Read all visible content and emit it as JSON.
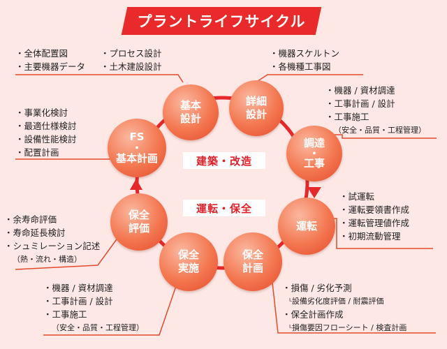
{
  "title": "プラントライフサイクル",
  "center": {
    "top_band": "建築・改造",
    "bottom_band": "運転・保全"
  },
  "stages": {
    "kihon": [
      "基本",
      "設計"
    ],
    "shousai": [
      "詳細",
      "設計"
    ],
    "choutatsu": [
      "調達",
      "・",
      "工事"
    ],
    "unten": [
      "運転"
    ],
    "hozen_keikaku": [
      "保全",
      "計画"
    ],
    "hozen_jisshi": [
      "保全",
      "実施"
    ],
    "hozen_hyouka": [
      "保全",
      "評価"
    ],
    "fs": [
      "FS",
      "・",
      "基本計画"
    ]
  },
  "notes": {
    "kihon": {
      "col1": [
        "・全体配置図",
        "・主要機器データ"
      ],
      "col2": [
        "・プロセス設計",
        "・土木建設設計"
      ]
    },
    "shousai": [
      "・機器スケルトン",
      "・各機種工事図"
    ],
    "choutatsu": [
      "・機器 / 資材調達",
      "・工事計画 / 設計",
      "・工事施工"
    ],
    "choutatsu_sub": "（安全・品質・工程管理）",
    "unten": [
      "・試運転",
      "・運転要領書作成",
      "・運転管理値作成",
      "・初期流動管理"
    ],
    "fs": [
      "・事業化検討",
      "・最適仕様検討",
      "・設備性能検討",
      "・配置計画"
    ],
    "hozen_hyouka": [
      "・余寿命評価",
      "・寿命延長検討",
      "・シュミレーション記述"
    ],
    "hozen_hyouka_sub": "（熱・流れ・構造）",
    "hozen_jisshi": [
      "・機器 / 資材調達",
      "・工事計画 / 設計",
      "・工事施工"
    ],
    "hozen_jisshi_sub": "（安全・品質・工程管理）",
    "hozen_keikaku": {
      "item1": "・損傷 / 劣化予測",
      "sub1": "ᴸ設備劣化度評価 / 耐震評価",
      "item2": "・保全計画作成",
      "sub2": "ᴸ損傷要因フローシート / 検査計画"
    }
  },
  "colors": {
    "banner": "#ea2a2a",
    "ring": "#e8272b",
    "band_text": "#e0202a",
    "bubble": "#f3764f",
    "background": "#fde8e6"
  }
}
